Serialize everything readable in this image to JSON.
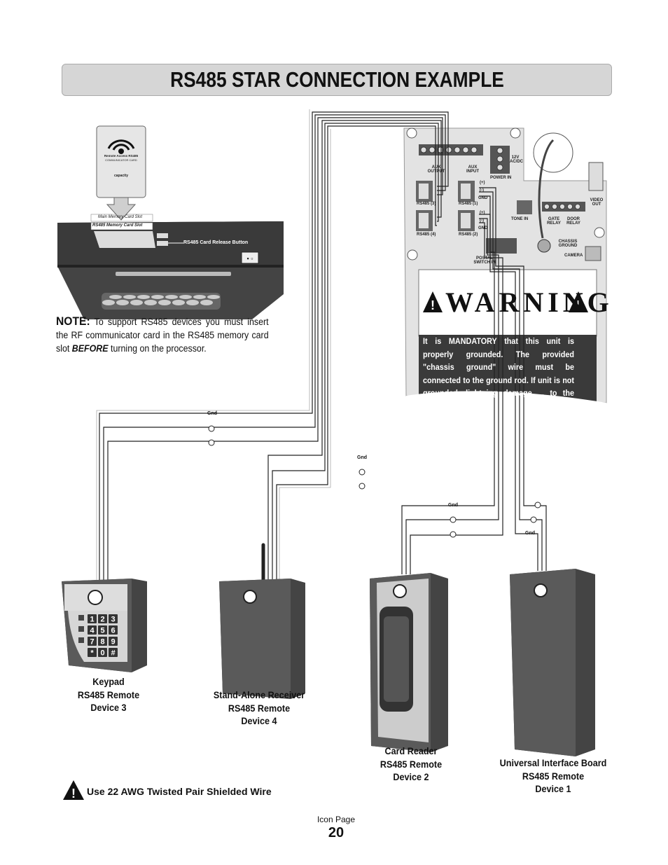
{
  "title": "RS485 STAR CONNECTION EXAMPLE",
  "note": {
    "heading": "NOTE:",
    "text_before": "To support RS485 devices you must insert the RF communicator card in the RS485 memory card slot",
    "emphasis": "BEFORE",
    "text_after": "turning on the processor."
  },
  "processor": {
    "main_slot_label": "Main Memory Card Slot",
    "rs485_slot_label": "RS485 Memory Card Slot",
    "release_button_label": "RS485 Card Release Button",
    "card_title": "Remote Access RS485",
    "card_subtitle": "COMMUNICATOR CARD",
    "card_brand": "capacity"
  },
  "board": {
    "aux_output": "AUX OUTPUT",
    "aux_input": "AUX INPUT",
    "power_in": "POWER IN",
    "ac_dc": "12V AC/DC",
    "rs485_3": "RS485 (3)",
    "rs485_1": "RS485 (1)",
    "rs485_4": "RS485 (4)",
    "rs485_2": "RS485 (2)",
    "plus": "(+)",
    "minus": "(-)",
    "gnd": "GND",
    "gate_relay": "GATE RELAY",
    "door_relay": "DOOR RELAY",
    "chassis_ground": "CHASSIS GROUND",
    "camera": "CAMERA",
    "video_out": "VIDEO OUT",
    "tone_in": "TONE IN",
    "postal_switch": "POSTAL SWITCH IN",
    "warning_title": "WARNING",
    "warning_text": "It is MANDATORY that this unit is properly grounded. The provided \"chassis ground\" wire must be connected to the ground rod. If unit is not grounded, lightning damage ... to the owners"
  },
  "wires": {
    "gnd": "Gnd",
    "minus": "−",
    "plus": "+"
  },
  "devices": [
    {
      "name": "Keypad",
      "type": "RS485 Remote",
      "id": "Device 3"
    },
    {
      "name": "Stand-Alone Receiver",
      "type": "RS485 Remote",
      "id": "Device 4"
    },
    {
      "name": "Card Reader",
      "type": "RS485 Remote",
      "id": "Device 2"
    },
    {
      "name": "Universal Interface Board",
      "type": "RS485 Remote",
      "id": "Device 1"
    }
  ],
  "keypad_keys": [
    "1",
    "2",
    "3",
    "4",
    "5",
    "6",
    "7",
    "8",
    "9",
    "*",
    "0",
    "#"
  ],
  "wire_note": "Use 22 AWG Twisted Pair Shielded Wire",
  "footer": {
    "label": "Icon Page",
    "page_number": "20"
  }
}
